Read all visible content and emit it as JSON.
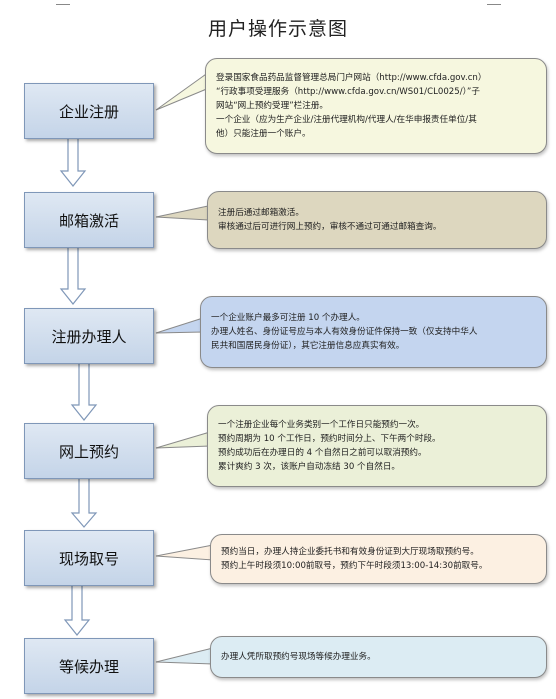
{
  "title": "用户操作示意图",
  "steps": [
    {
      "label": "企业注册"
    },
    {
      "label": "邮箱激活"
    },
    {
      "label": "注册办理人"
    },
    {
      "label": "网上预约"
    },
    {
      "label": "现场取号"
    },
    {
      "label": "等候办理"
    }
  ],
  "notes": [
    {
      "lines": [
        "登录国家食品药品监督管理总局门户网站（http://www.cfda.gov.cn）",
        "“行政事项受理服务（http://www.cfda.gov.cn/WS01/CL0025/）”子",
        "网站“网上预约受理”栏注册。",
        "一个企业（应为生产企业/注册代理机构/代理人/在华申报责任单位/其",
        "他）只能注册一个账户。"
      ],
      "color": "#f6f7df"
    },
    {
      "lines": [
        "注册后通过邮箱激活。",
        "审核通过后可进行网上预约，审核不通过可通过邮箱查询。"
      ],
      "color": "#ddd7bf"
    },
    {
      "lines": [
        "一个企业账户最多可注册 10 个办理人。",
        "办理人姓名、身份证号应与本人有效身份证件保持一致（仅支持中华人",
        "民共和国居民身份证），其它注册信息应真实有效。"
      ],
      "color": "#c4d5ef"
    },
    {
      "lines": [
        "一个注册企业每个业务类别一个工作日只能预约一次。",
        "预约周期为 10 个工作日，预约时间分上、下午两个时段。",
        "预约成功后在办理日的 4 个自然日之前可以取消预约。",
        "累计爽约 3 次，该账户自动冻结 30 个自然日。"
      ],
      "color": "#ebf0d8"
    },
    {
      "lines": [
        "预约当日，办理人持企业委托书和有效身份证到大厅现场取预约号。",
        "预约上午时段须10:00前取号，预约下午时段须13:00-14:30前取号。"
      ],
      "color": "#fcf0e2"
    },
    {
      "lines": [
        "办理人凭所取预约号现场等候办理业务。"
      ],
      "color": "#dcecf3"
    }
  ]
}
